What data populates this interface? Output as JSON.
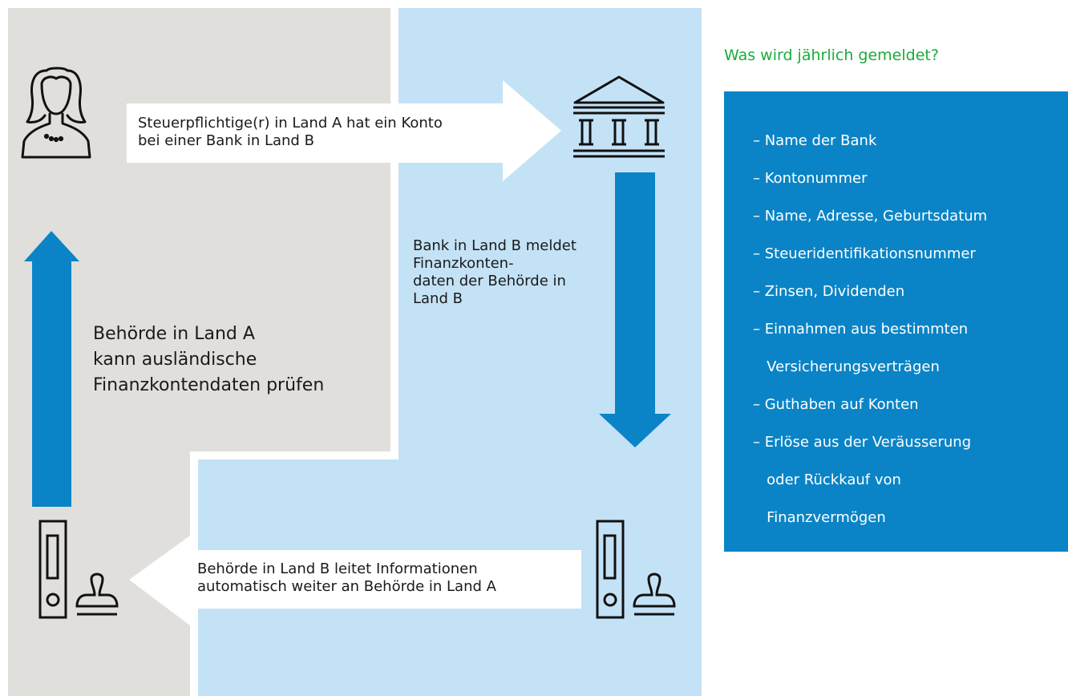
{
  "flow": {
    "top_arrow_text": [
      "Steuerpflichtige(r) in Land A  hat ein Konto",
      "bei einer Bank in Land B"
    ],
    "right_arrow_text": [
      "Bank in Land B meldet",
      "Finanzkonten-",
      "daten der Behörde in",
      "Land B"
    ],
    "bottom_arrow_text": [
      "Behörde in Land B leitet Informationen",
      "automatisch weiter an Behörde in Land  A"
    ],
    "left_arrow_text": [
      "Behörde in Land A",
      "kann ausländische",
      "Finanzkontendaten prüfen"
    ]
  },
  "sidebar": {
    "title": "Was wird jährlich gemeldet?",
    "items": [
      "– Name der Bank",
      "– Kontonummer",
      "– Name, Adresse,  Geburtsdatum",
      "– Steueridentifikationsnummer",
      "– Zinsen, Dividenden",
      "– Einnahmen aus bestimmten",
      "   Versicherungsverträgen",
      "– Guthaben auf Konten",
      "– Erlöse aus der Veräusserung",
      "   oder Rückkauf von",
      "   Finanzvermögen"
    ]
  },
  "icons": [
    "person-icon",
    "bank-icon",
    "binder-stamp-icon-left",
    "binder-stamp-icon-right"
  ],
  "colors": {
    "country_a_bg": "#e0dfdb",
    "country_b_bg": "#c4e2f6",
    "arrow_blue": "#0a84c6",
    "box_blue": "#0a84c6",
    "title_green": "#1aab3c"
  }
}
